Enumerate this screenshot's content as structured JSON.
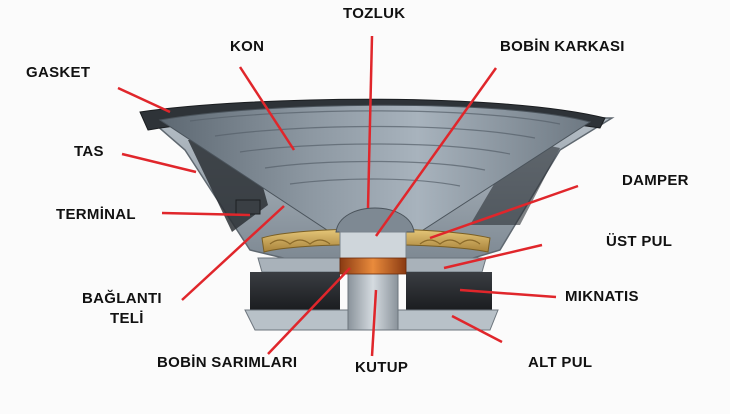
{
  "labels": {
    "tozluk": "TOZLUK",
    "kon": "KON",
    "bobin_karkasi": "BOBİN KARKASI",
    "gasket": "GASKET",
    "tas": "TAS",
    "damper": "DAMPER",
    "terminal": "TERMİNAL",
    "ust_pul": "ÜST PUL",
    "baglanti_teli_1": "BAĞLANTI",
    "baglanti_teli_2": "TELİ",
    "miknatis": "MIKNATIS",
    "bobin_sarimlari": "BOBİN SARIMLARI",
    "kutup": "KUTUP",
    "alt_pul": "ALT PUL"
  },
  "colors": {
    "leader": "#e0262b",
    "text": "#111111"
  }
}
